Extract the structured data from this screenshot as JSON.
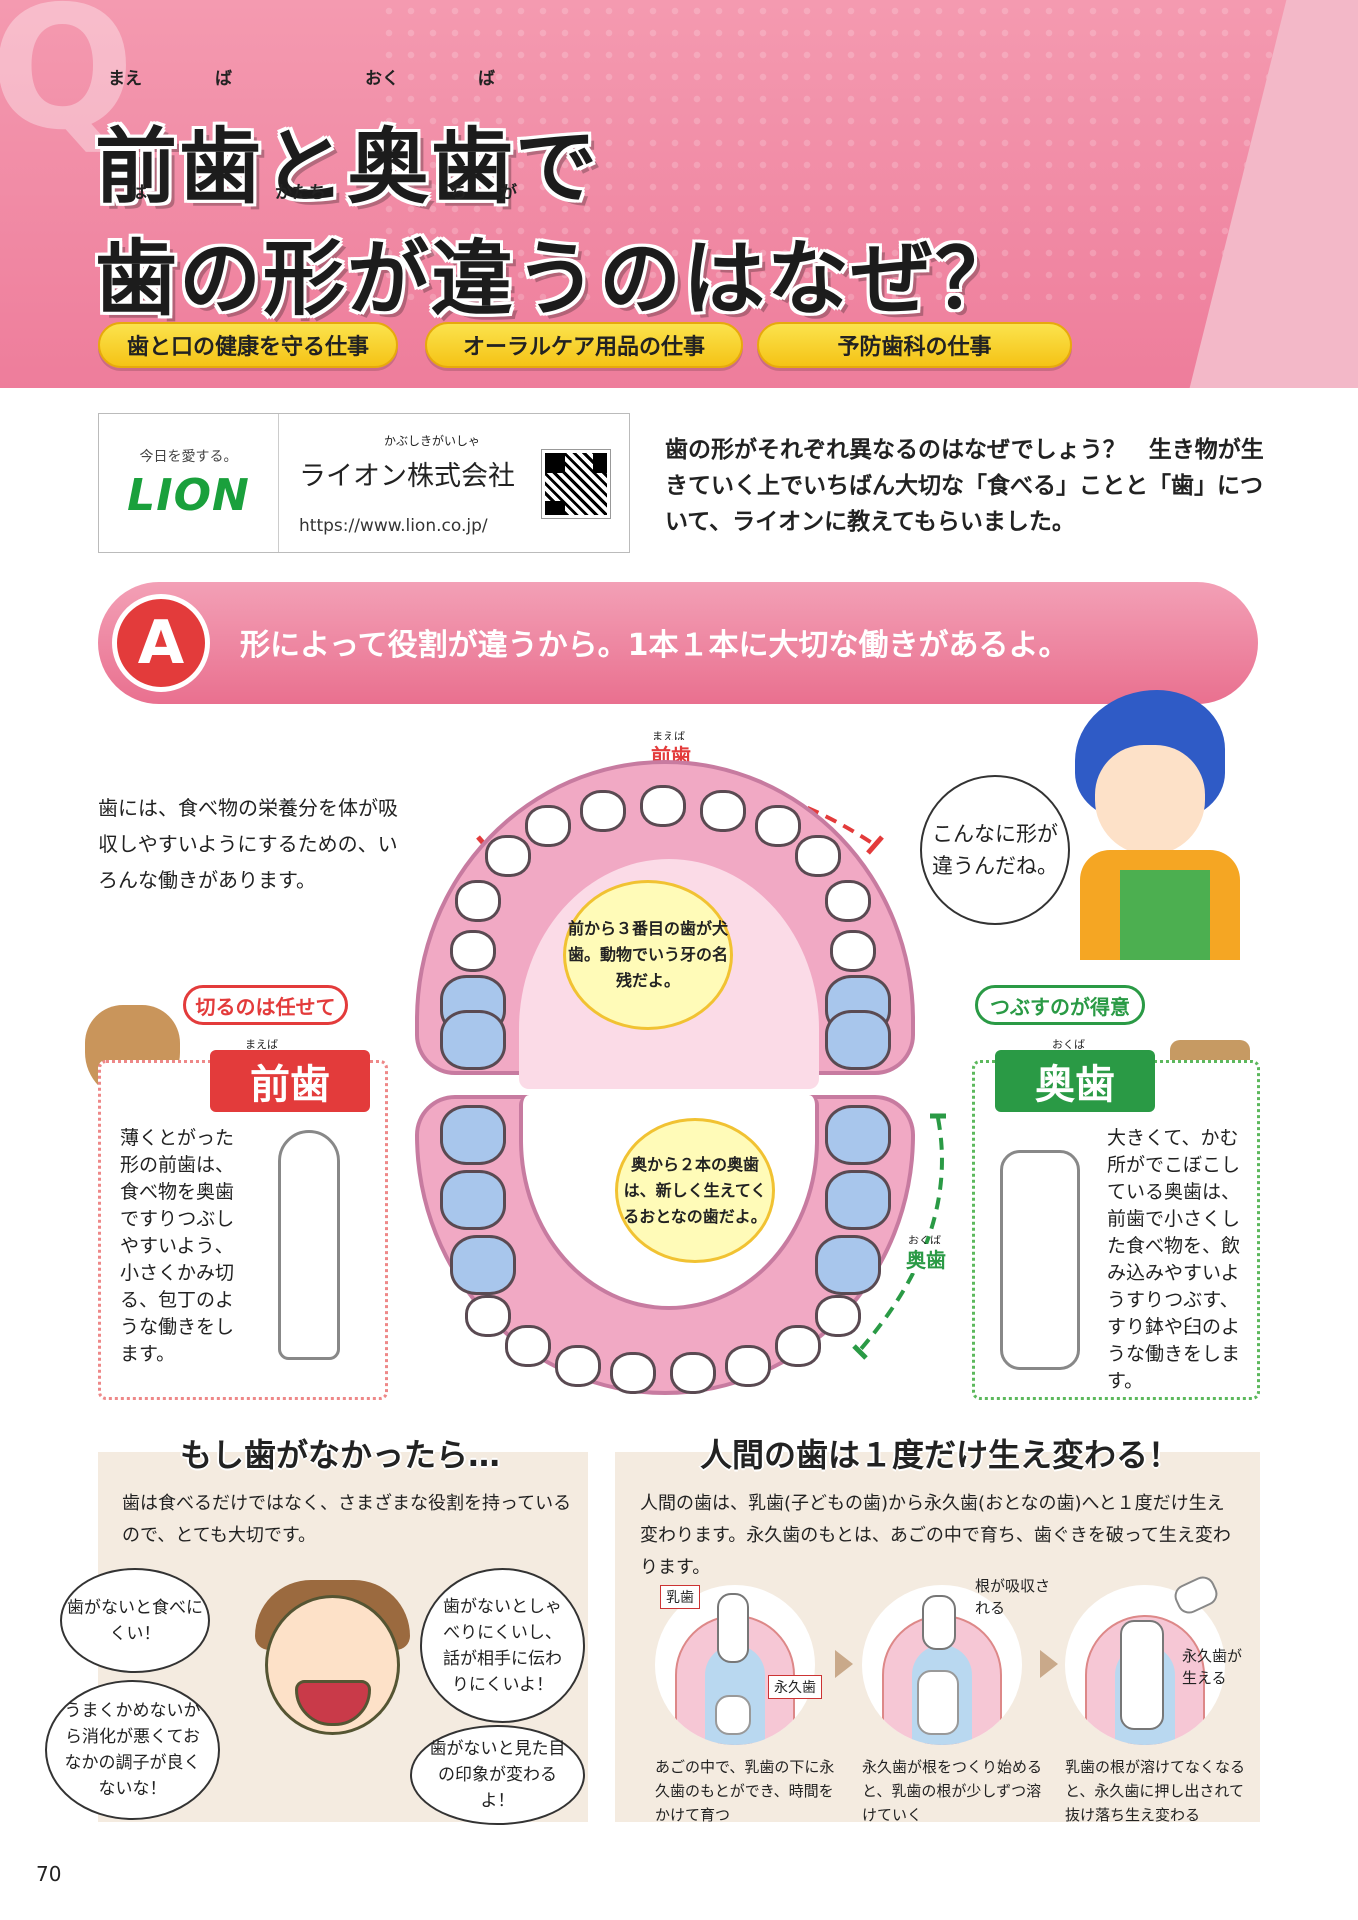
{
  "header": {
    "title_line1": "前歯と奥歯で",
    "title_line2": "歯の形が違うのはなぜ？",
    "ruby": {
      "mae": "まえ",
      "ba1": "ば",
      "oku": "おく",
      "ba2": "ば",
      "ha": "は",
      "katachi": "かたち",
      "chi": "ち",
      "ga": "が"
    },
    "tags": [
      "歯と口の健康を守る仕事",
      "オーラルケア用品の仕事",
      "予防歯科の仕事"
    ]
  },
  "company": {
    "logo_tagline": "今日を愛する。",
    "logo": "LION",
    "name_ruby": "かぶしきがいしゃ",
    "name": "ライオン株式会社",
    "url": "https://www.lion.co.jp/"
  },
  "intro": "歯の形がそれぞれ異なるのはなぜでしょう？　生き物が生きていく上でいちばん大切な「食べる」ことと「歯」について、ライオンに教えてもらいました。",
  "answer": {
    "badge": "A",
    "text": "形によって役割が違うから。1本１本に大切な働きがあるよ。"
  },
  "diagram": {
    "front_label": "前歯",
    "front_label_ruby": "まえば",
    "back_label": "奥歯",
    "back_label_ruby": "おくば",
    "bubble_top": "前から３番目の歯が犬歯。動物でいう牙の名残だよ。",
    "bubble_bottom": "奥から２本の奥歯は、新しく生えてくるおとなの歯だよ。"
  },
  "left_note": "歯には、食べ物の栄養分を体が吸収しやすいようにするための、いろんな働きがあります。",
  "kid_speech": "こんなに形が違うんだね。",
  "card_front": {
    "pill": "切るのは任せて",
    "head": "前歯",
    "head_ruby": "まえば",
    "text": "薄くとがった形の前歯は、食べ物を奥歯ですりつぶしやすいよう、小さくかみ切る、包丁のような働きをします。"
  },
  "card_back": {
    "pill": "つぶすのが得意",
    "head": "奥歯",
    "head_ruby": "おくば",
    "text": "大きくて、かむ所がでこぼこしている奥歯は、前歯で小さくした食べ物を、飲み込みやすいようすりつぶす、すり鉢や臼のような働きをします。"
  },
  "panel_left": {
    "title": "もし歯がなかったら…",
    "text": "歯は食べるだけではなく、さまざまな役割を持っているので、とても大切です。",
    "bubbles": [
      "歯がないと食べにくい！",
      "歯がないとしゃべりにくいし、話が相手に伝わりにくいよ！",
      "うまくかめないから消化が悪くておなかの調子が良くないな！",
      "歯がないと見た目の印象が変わるよ！"
    ]
  },
  "panel_right": {
    "title": "人間の歯は１度だけ生え変わる！",
    "text": "人間の歯は、乳歯(子どもの歯)から永久歯(おとなの歯)へと１度だけ生え変わります。永久歯のもとは、あごの中で育ち、歯ぐきを破って生え変わります。",
    "labels": {
      "baby": "乳歯",
      "permanent": "永久歯",
      "root_absorbed": "根が吸収される",
      "permanent_grows": "永久歯が生える"
    },
    "steps": [
      "あごの中で、乳歯の下に永久歯のもとができ、時間をかけて育つ",
      "永久歯が根をつくり始めると、乳歯の根が少しずつ溶けていく",
      "乳歯の根が溶けてなくなると、永久歯に押し出されて抜け落ち生え変わる"
    ]
  },
  "page_number": "70",
  "colors": {
    "header_pink": "#ee7d9b",
    "tag_yellow": "#f5c316",
    "answer_red": "#e33b3b",
    "front_red": "#e33b3b",
    "back_green": "#2a9a45",
    "panel_beige": "#f4ebe0"
  }
}
